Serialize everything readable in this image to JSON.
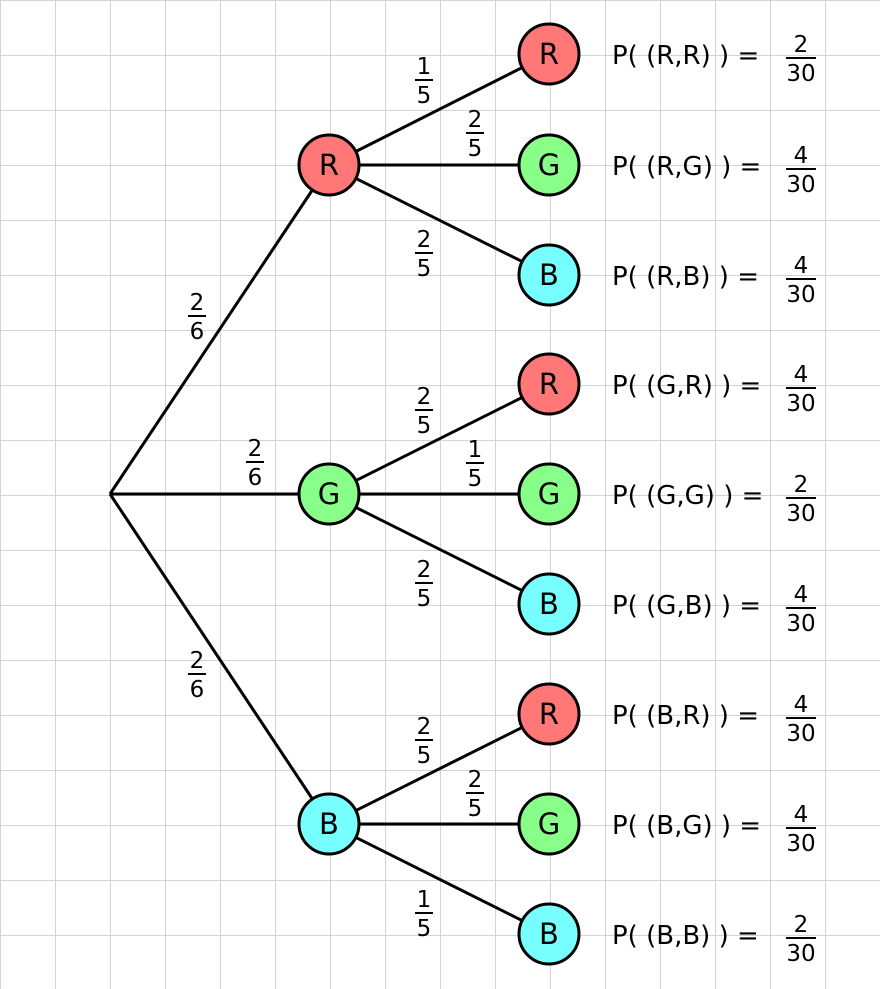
{
  "colors": {
    "R": "#ff7777",
    "G": "#88ff88",
    "B": "#77ffff"
  },
  "root_branches": [
    {
      "label": "R",
      "num": "2",
      "den": "6"
    },
    {
      "label": "G",
      "num": "2",
      "den": "6"
    },
    {
      "label": "B",
      "num": "2",
      "den": "6"
    }
  ],
  "outcomes": [
    {
      "parent": "R",
      "label": "R",
      "num": "1",
      "den": "5",
      "prob_text": "P( (R,R) ) =",
      "prob_num": "2",
      "prob_den": "30"
    },
    {
      "parent": "R",
      "label": "G",
      "num": "2",
      "den": "5",
      "prob_text": "P( (R,G) ) =",
      "prob_num": "4",
      "prob_den": "30"
    },
    {
      "parent": "R",
      "label": "B",
      "num": "2",
      "den": "5",
      "prob_text": "P( (R,B) ) =",
      "prob_num": "4",
      "prob_den": "30"
    },
    {
      "parent": "G",
      "label": "R",
      "num": "2",
      "den": "5",
      "prob_text": "P( (G,R) ) =",
      "prob_num": "4",
      "prob_den": "30"
    },
    {
      "parent": "G",
      "label": "G",
      "num": "1",
      "den": "5",
      "prob_text": "P( (G,G) ) =",
      "prob_num": "2",
      "prob_den": "30"
    },
    {
      "parent": "G",
      "label": "B",
      "num": "2",
      "den": "5",
      "prob_text": "P( (G,B) ) =",
      "prob_num": "4",
      "prob_den": "30"
    },
    {
      "parent": "B",
      "label": "R",
      "num": "2",
      "den": "5",
      "prob_text": "P( (B,R) ) =",
      "prob_num": "4",
      "prob_den": "30"
    },
    {
      "parent": "B",
      "label": "G",
      "num": "2",
      "den": "5",
      "prob_text": "P( (B,G) ) =",
      "prob_num": "4",
      "prob_den": "30"
    },
    {
      "parent": "B",
      "label": "B",
      "num": "1",
      "den": "5",
      "prob_text": "P( (B,B) ) =",
      "prob_num": "2",
      "prob_den": "30"
    }
  ]
}
